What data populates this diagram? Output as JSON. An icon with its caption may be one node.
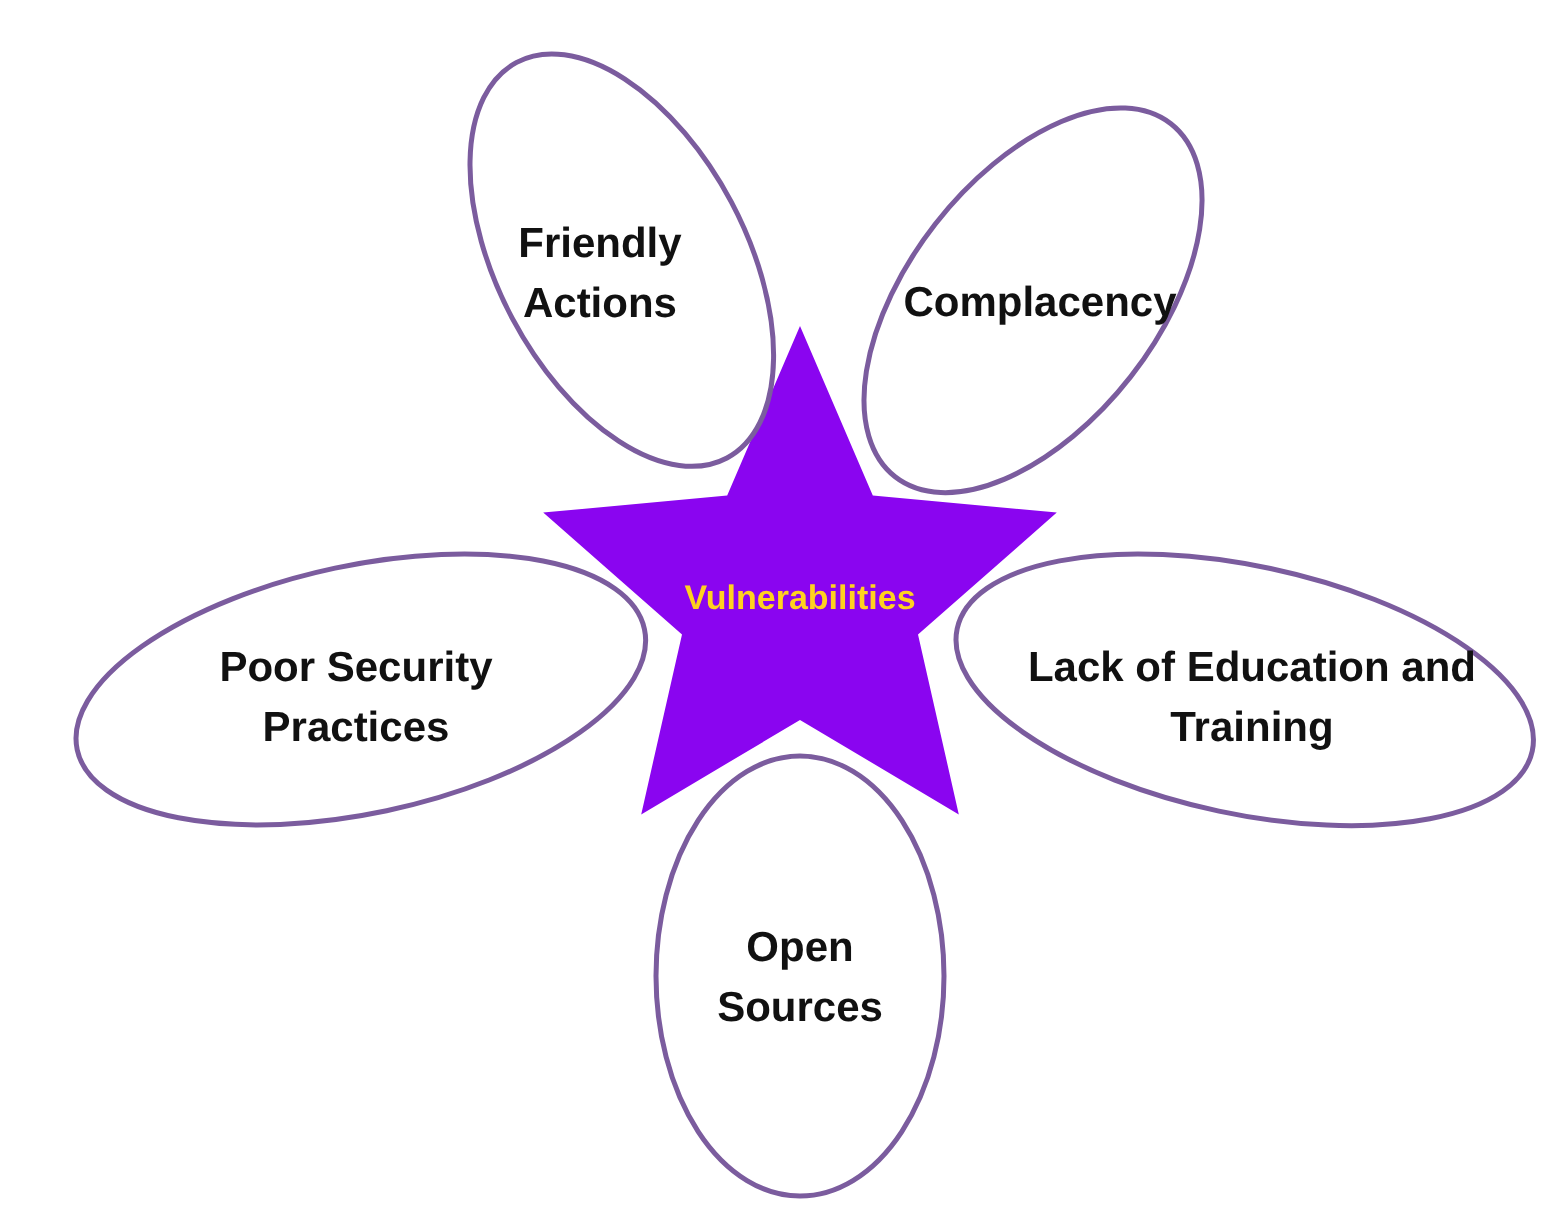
{
  "diagram": {
    "nodes": [
      {
        "text": [
          "Friendly Actions"
        ]
      },
      {
        "text": [
          "Complacency"
        ]
      },
      {
        "text": [
          "Vulnerabilities"
        ]
      },
      {
        "text": [
          "Poor Security Practices"
        ]
      },
      {
        "text": [
          "Lack of Education and Training"
        ]
      },
      {
        "text": [
          "Open Sources"
        ]
      }
    ]
  }
}
